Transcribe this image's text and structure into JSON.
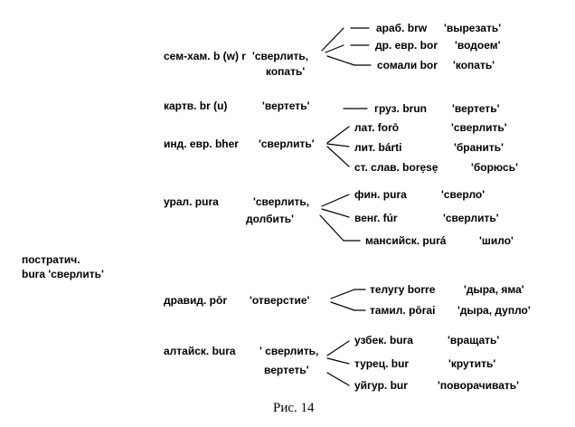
{
  "proto": {
    "line1": "пострaтич.",
    "line2": "bura 'сверлить'"
  },
  "groups": [
    {
      "family_a": "сем-хам. b (w) r",
      "family_b": "'сверлить,",
      "family_c": "копать'",
      "leaves": [
        {
          "lang": "араб. brw",
          "gloss": "'вырезать'"
        },
        {
          "lang": "др. евр. bor",
          "gloss": "'водоем'"
        },
        {
          "lang": "сомали bor",
          "gloss": "'копать'"
        }
      ]
    },
    {
      "family_a": "картв. br (u)",
      "family_b": "'вертеть'",
      "leaves": [
        {
          "lang": "груз. brun",
          "gloss": "'вертеть'"
        }
      ]
    },
    {
      "family_a": "инд. евр. bher",
      "family_b": "'сверлить'",
      "leaves": [
        {
          "lang": "лат. forō",
          "gloss": "'сверлить'"
        },
        {
          "lang": "лит. bárti",
          "gloss": "'бранить'"
        },
        {
          "lang": "ст. слав. borẹsẹ",
          "gloss": "'борюсь'"
        }
      ]
    },
    {
      "family_a": "урал. pura",
      "family_b": "'сверлить,",
      "family_c": "долбить'",
      "leaves": [
        {
          "lang": "фин. pura",
          "gloss": "'сверло'"
        },
        {
          "lang": "венг. fúr",
          "gloss": "'сверлить'"
        },
        {
          "lang": "мансийск. purá",
          "gloss": "'шило'"
        }
      ]
    },
    {
      "family_a": "дравид. pōr",
      "family_b": "'отверстие'",
      "leaves": [
        {
          "lang": "телугу borre",
          "gloss": "'дыра, яма'"
        },
        {
          "lang": "тамил. pōrai",
          "gloss": "'дыра, дупло'"
        }
      ]
    },
    {
      "family_a": "алтайск. bura",
      "family_b": "' сверлить,",
      "family_c": "вертеть'",
      "leaves": [
        {
          "lang": "узбек. bura",
          "gloss": "'вращать'"
        },
        {
          "lang": "турец. bur",
          "gloss": "'крутить'"
        },
        {
          "lang": "уйгур. bur",
          "gloss": "'поворачивать'"
        }
      ]
    }
  ],
  "caption": "Рис. 14",
  "colors": {
    "ink": "#000000",
    "background": "#ffffff"
  }
}
